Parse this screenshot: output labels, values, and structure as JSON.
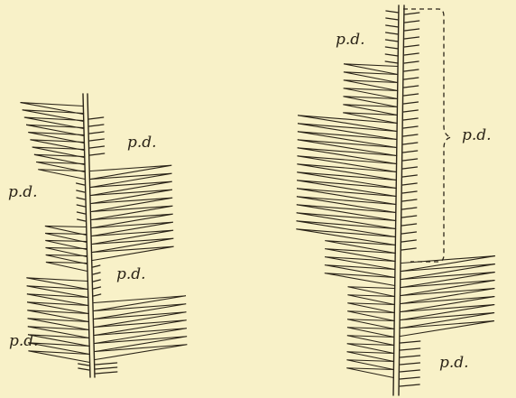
{
  "figure": {
    "background": "#f8f1c8",
    "ink": "#2b2418",
    "labels": {
      "left_top": "p.d.",
      "left_mid": "p.d.",
      "left_center": "p.d.",
      "left_bottom": "p.d.",
      "right_top": "p.d.",
      "right_brace": "p.d.",
      "right_bottom": "p.d."
    }
  }
}
